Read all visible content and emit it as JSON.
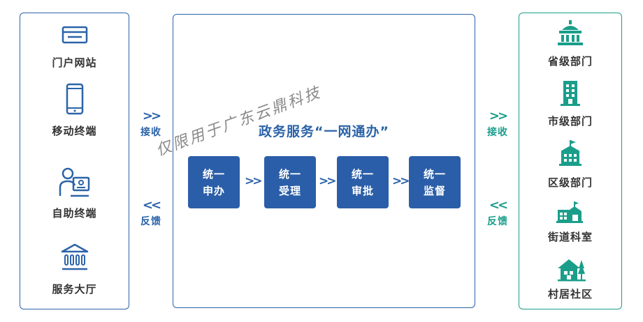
{
  "left_panel": {
    "items": [
      {
        "label": "门户网站",
        "icon": "browser-window-icon"
      },
      {
        "label": "移动终端",
        "icon": "mobile-phone-icon"
      },
      {
        "label": "自助终端",
        "icon": "self-service-kiosk-icon"
      },
      {
        "label": "服务大厅",
        "icon": "service-hall-icon"
      }
    ]
  },
  "left_arrows": {
    "receive": "接收",
    "feedback": "反馈"
  },
  "center": {
    "title": "政务服务“一网通办”",
    "steps": [
      {
        "line1": "统一",
        "line2": "申办"
      },
      {
        "line1": "统一",
        "line2": "受理"
      },
      {
        "line1": "统一",
        "line2": "审批"
      },
      {
        "line1": "统一",
        "line2": "监督"
      }
    ]
  },
  "right_arrows": {
    "receive": "接收",
    "feedback": "反馈"
  },
  "right_panel": {
    "items": [
      {
        "label": "省级部门",
        "icon": "provincial-building-icon"
      },
      {
        "label": "市级部门",
        "icon": "city-building-icon"
      },
      {
        "label": "区级部门",
        "icon": "district-building-icon"
      },
      {
        "label": "街道科室",
        "icon": "street-office-icon"
      },
      {
        "label": "村居社区",
        "icon": "community-house-icon"
      }
    ]
  },
  "watermark": "仅限用于广东云鼎科技",
  "colors": {
    "primary_blue": "#2b63a8",
    "teal": "#1a9e8a",
    "step_fill": "#2b5ea8"
  }
}
